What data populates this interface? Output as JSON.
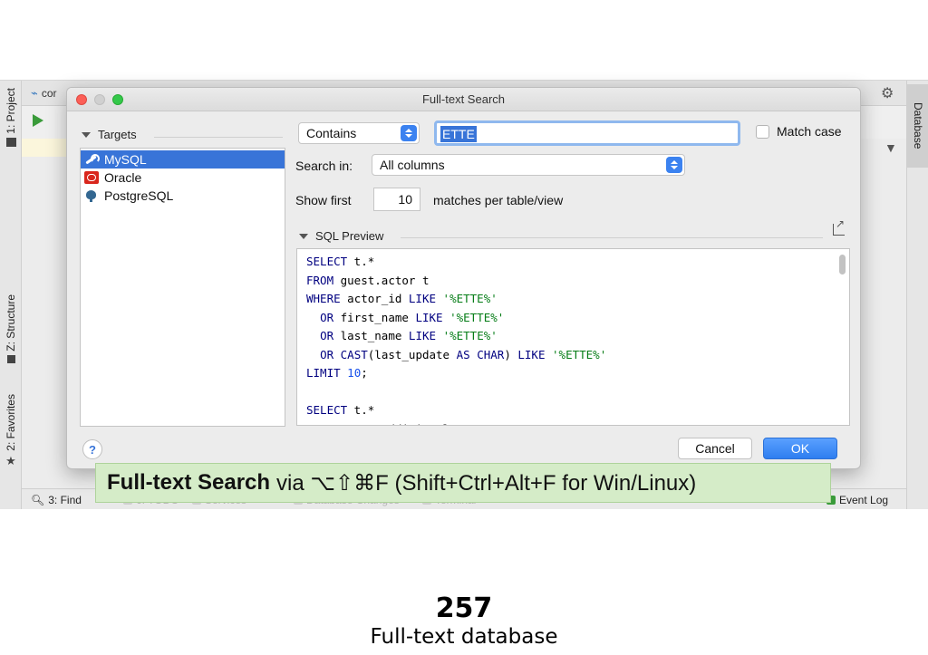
{
  "ide": {
    "left_tabs": {
      "project": "1: Project",
      "structure": "Z: Structure",
      "favorites": "2: Favorites"
    },
    "right_tabs": {
      "database": "Database"
    },
    "editor_tab": "cor",
    "statusbar": {
      "find": "3: Find",
      "todo": "6: TODO",
      "services": "Services",
      "db_changes": "Database Changes",
      "terminal": "Terminal",
      "event_log": "Event Log"
    }
  },
  "dialog": {
    "title": "Full-text Search",
    "targets": {
      "header": "Targets",
      "items": [
        {
          "label": "MySQL",
          "icon": "mysql-icon",
          "selected": true
        },
        {
          "label": "Oracle",
          "icon": "oracle-icon"
        },
        {
          "label": "PostgreSQL",
          "icon": "postgresql-icon"
        }
      ]
    },
    "mode": {
      "value": "Contains"
    },
    "search": {
      "value": "ETTE"
    },
    "match_case": {
      "label": "Match case",
      "checked": false
    },
    "search_in": {
      "label": "Search in:",
      "value": "All columns"
    },
    "show_first": {
      "label": "Show first",
      "value": "10",
      "suffix": "matches per table/view"
    },
    "sql_preview": {
      "header": "SQL Preview",
      "lines": [
        "SELECT t.*",
        "FROM guest.actor t",
        "WHERE actor_id LIKE '%ETTE%'",
        "  OR first_name LIKE '%ETTE%'",
        "  OR last_name LIKE '%ETTE%'",
        "  OR CAST(last_update AS CHAR) LIKE '%ETTE%'",
        "LIMIT 10;",
        "",
        "SELECT t.*",
        "FROM guest.additional_country t"
      ]
    },
    "buttons": {
      "help": "?",
      "cancel": "Cancel",
      "ok": "OK"
    }
  },
  "caption": {
    "bold": "Full-text Search",
    "rest": "via ⌥⇧⌘F (Shift+Ctrl+Alt+F for Win/Linux)"
  },
  "slide": {
    "number": "257",
    "subtitle": "Full-text database"
  },
  "colors": {
    "accent": "#3874d8",
    "caption_bg": "#d5ecc8",
    "ok_button": "#2e7ef0"
  }
}
